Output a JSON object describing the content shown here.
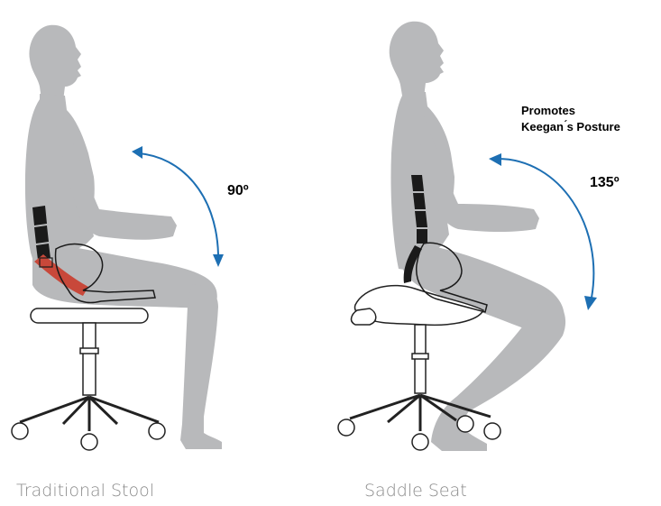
{
  "left_panel": {
    "caption": "Traditional Stool",
    "angle_label": "90º"
  },
  "right_panel": {
    "caption": "Saddle Seat",
    "angle_label": "135º",
    "note_line1": "Promotes",
    "note_line2": "Keegan ́s Posture"
  },
  "colors": {
    "figure": "#b8b9bb",
    "arrow": "#1d6fb3",
    "spine": "#1a1a1a",
    "muscle": "#c8483a",
    "chair_outline": "#222222"
  }
}
